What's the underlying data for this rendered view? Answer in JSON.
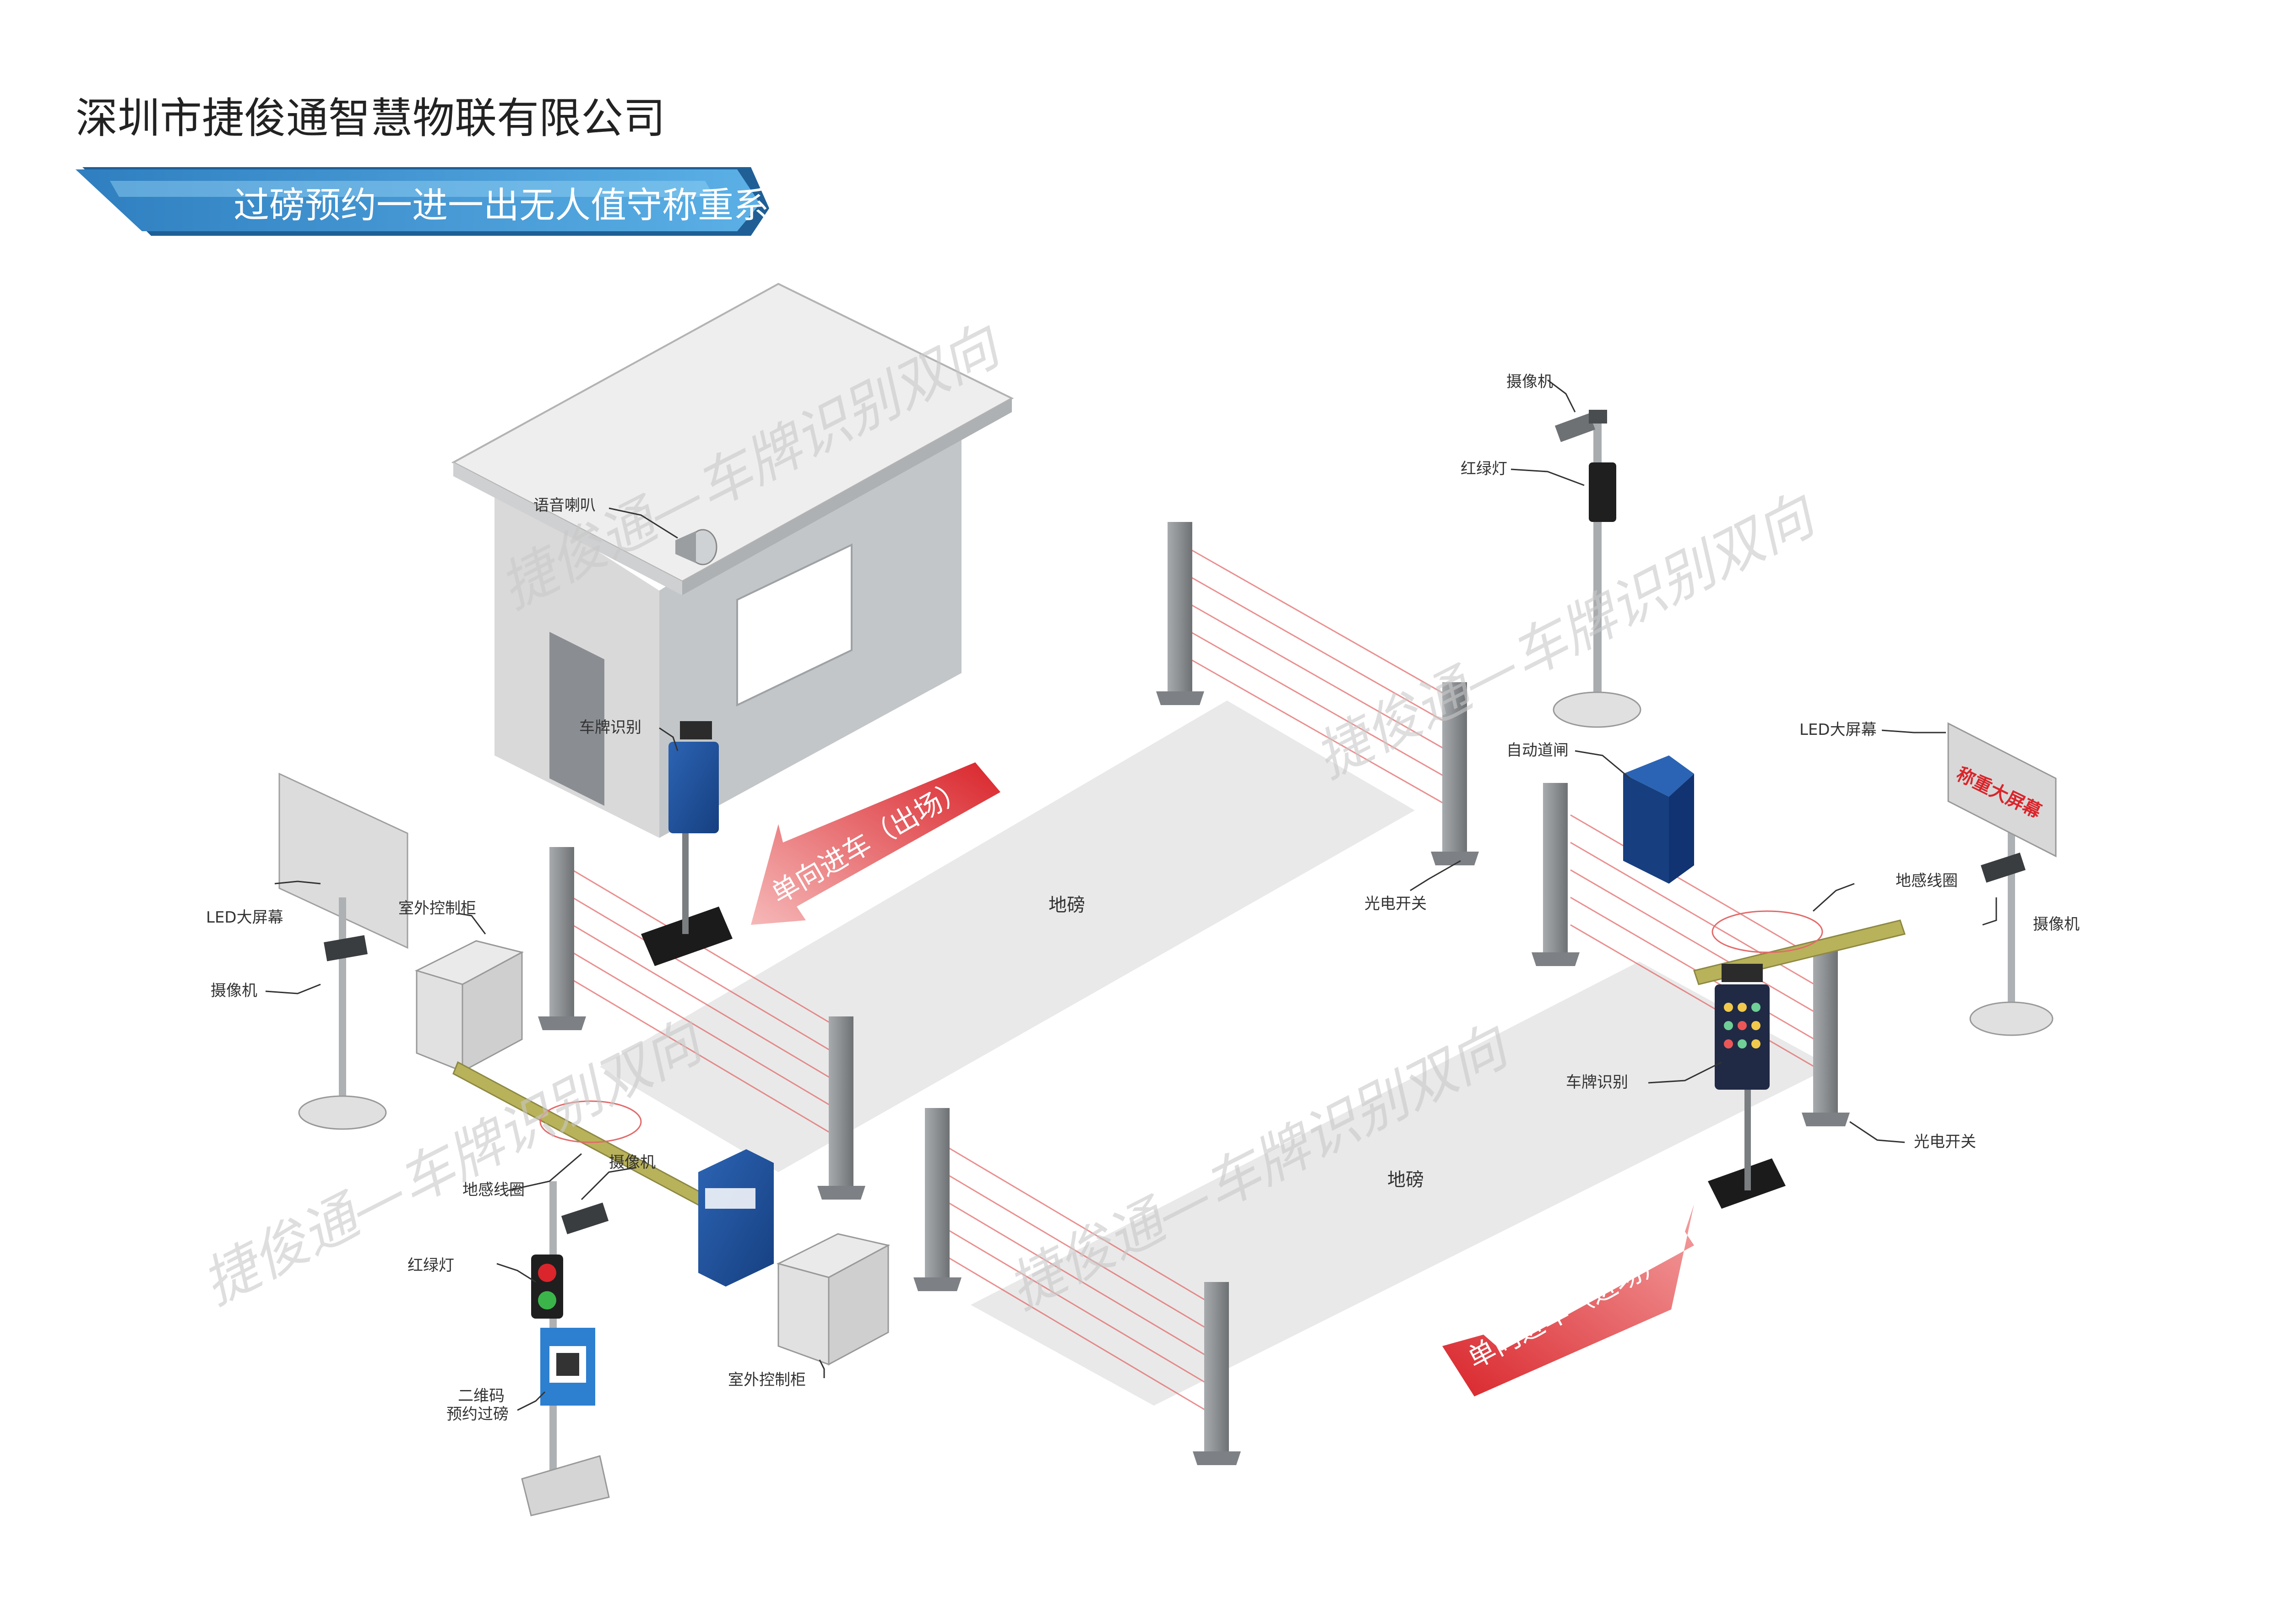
{
  "header": {
    "company": "深圳市捷俊通智慧物联有限公司",
    "banner": "过磅预约一进一出无人值守称重系统"
  },
  "watermark": "捷俊通—车牌识别双向",
  "colors": {
    "banner_dark": "#2f7fc0",
    "banner_light": "#5bb0e6",
    "arrow_red": "#d9252b",
    "arrow_light": "#f6b8b8",
    "cabinet_blue": "#1d4f99",
    "barrier_yellow": "#b8b25a",
    "beam_red": "#e36a6a",
    "platform_grey": "#e9e9e9",
    "post_grey": "#8c8f92",
    "house_grey": "#b9bcbf"
  },
  "arrows": {
    "exit": "单向进车（出场）",
    "entry": "单向进车（进场）"
  },
  "platforms": {
    "left": "地磅",
    "right": "地磅"
  },
  "signs": {
    "right_led_screen": "称重大屏幕"
  },
  "labels": {
    "voice_speaker": "语音喇叭",
    "plate_recognition_top": "车牌识别",
    "led_screen_left": "LED大屏幕",
    "outdoor_cabinet_top": "室外控制柜",
    "camera_left": "摄像机",
    "ground_loop_left": "地感线圈",
    "camera_bottom": "摄像机",
    "traffic_light_left": "红绿灯",
    "qr_booking_line1": "二维码",
    "qr_booking_line2": "预约过磅",
    "outdoor_cabinet_bottom": "室外控制柜",
    "photo_switch_top": "光电开关",
    "camera_top_right": "摄像机",
    "traffic_light_top_right": "红绿灯",
    "auto_gate": "自动道闸",
    "led_screen_right": "LED大屏幕",
    "ground_loop_right": "地感线圈",
    "camera_right": "摄像机",
    "plate_recognition_right": "车牌识别",
    "photo_switch_right": "光电开关"
  }
}
